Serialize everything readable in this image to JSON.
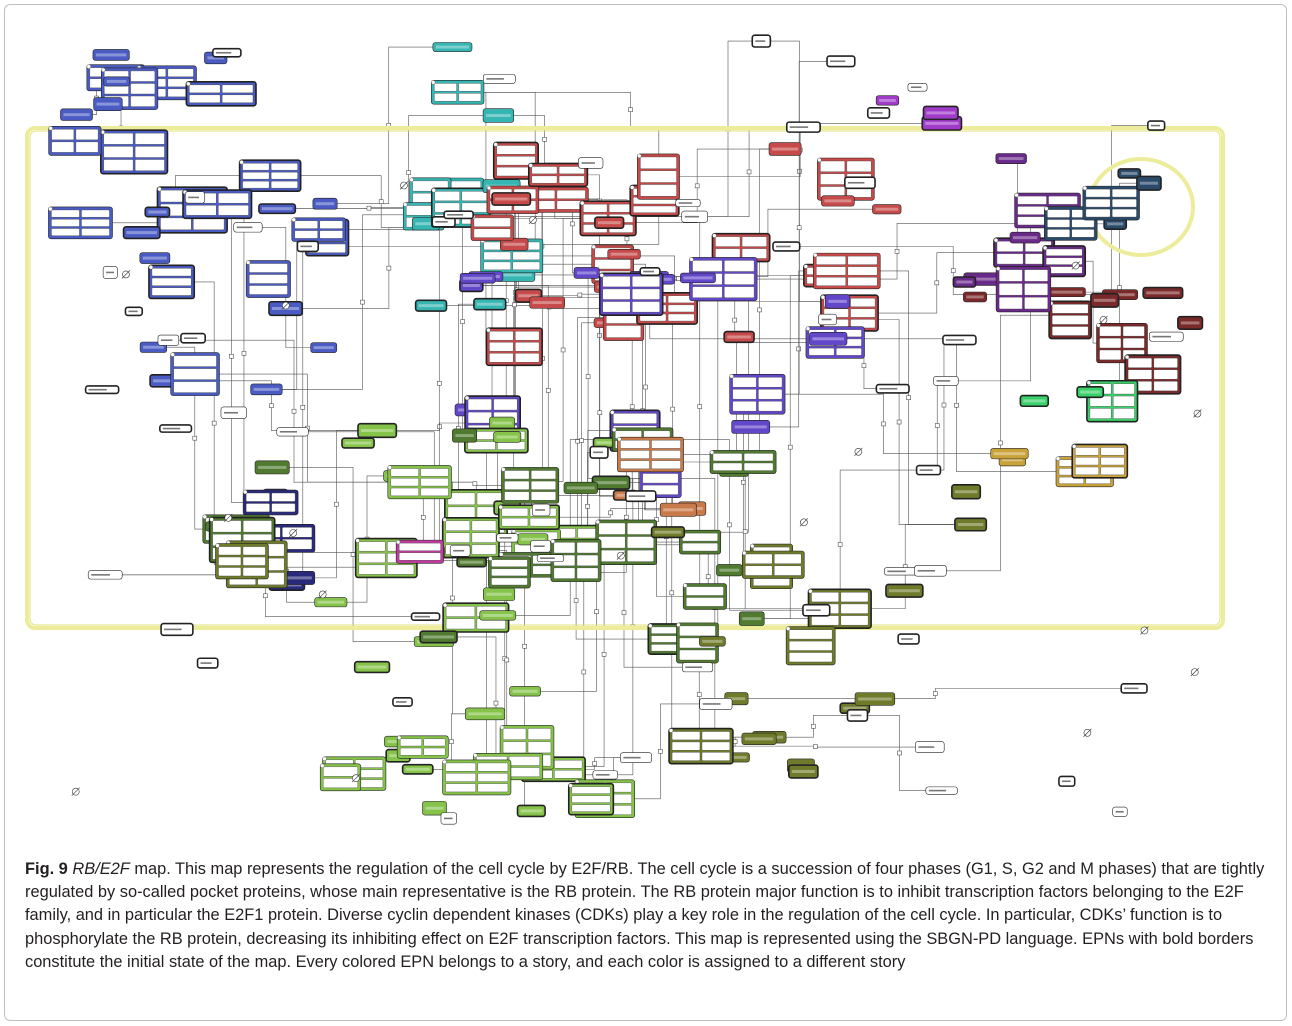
{
  "figure": {
    "label": "Fig. 9",
    "title": "RB/E2F",
    "caption_body": " map. This map represents the regulation of the cell cycle by E2F/RB. The cell cycle is a succession of four phases (G1, S, G2 and M phases) that are tightly regulated by so-called pocket proteins, whose main representative is the RB protein. The RB protein major function is to inhibit transcription factors belonging to the E2F family, and in particular the E2F1 protein. Diverse cyclin dependent kinases (CDKs) play a key role in the regulation of the cell cycle. In particular, CDKs’ function is to phosphorylate the RB protein, decreasing its inhibiting effect on E2F transcription factors. This map is represented using the SBGN-PD language. EPNs with bold borders constitute the initial state of the map. Every colored EPN belongs to a story, and each color is assigned to a different story"
  },
  "diagram": {
    "notation": "SBGN-PD",
    "compartment_color": "#ecec9a",
    "story_colors": [
      "#4a5cc4",
      "#36b6b3",
      "#c64a4a",
      "#6247c9",
      "#86c34a",
      "#4f7a30",
      "#6f7a2a",
      "#7a2a2a",
      "#6a2a8a",
      "#2a4a6a",
      "#c9a33a",
      "#3ad06a",
      "#c97a4a",
      "#c03aa0",
      "#2a2a7a",
      "#a03ac9"
    ],
    "text_color": "#333333"
  }
}
